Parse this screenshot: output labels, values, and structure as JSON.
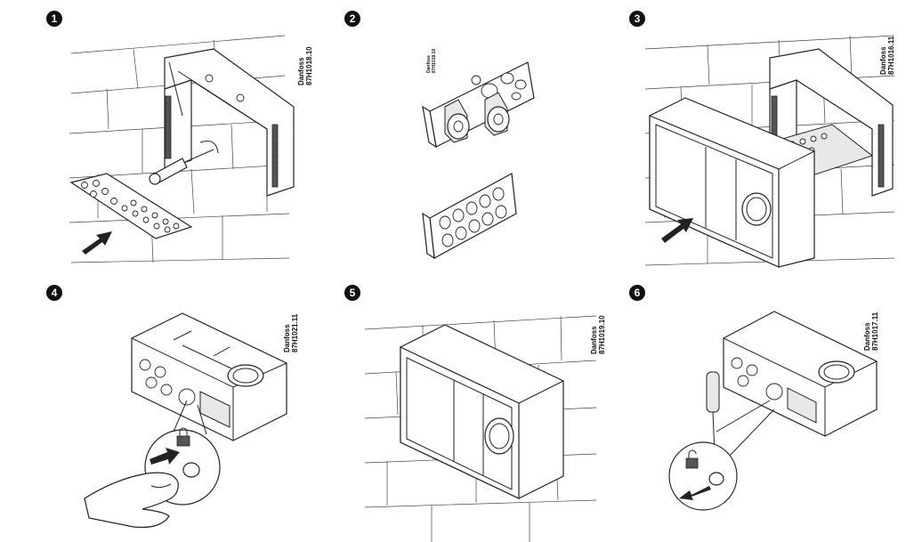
{
  "steps": [
    {
      "number": "1",
      "brand": "Danfoss",
      "code": "87H1018.10"
    },
    {
      "number": "2",
      "brand": "Danfoss",
      "code": "87H1019.10"
    },
    {
      "number": "3",
      "brand": "Danfoss",
      "code": "87H1016.11"
    },
    {
      "number": "4",
      "brand": "Danfoss",
      "code": "87H1021.11"
    },
    {
      "number": "5",
      "brand": "Danfoss",
      "code": "87H1019.10"
    },
    {
      "number": "6",
      "brand": "Danfoss",
      "code": "87H1017.11"
    }
  ],
  "icons": {
    "step1": [
      "brick-wall-icon",
      "wall-mount-base-icon",
      "screwdriver-icon",
      "terminal-strip-icon",
      "insert-arrow-icon"
    ],
    "step2": [
      "cable-gland-plate-icon",
      "cable-gland-icon",
      "knockout-plate-icon"
    ],
    "step3": [
      "controller-housing-icon",
      "push-arrow-icon"
    ],
    "step4": [
      "controller-icon",
      "padlock-icon",
      "finger-press-icon"
    ],
    "step5": [
      "mounted-controller-icon"
    ],
    "step6": [
      "controller-icon",
      "screwdriver-icon",
      "unlock-icon",
      "release-arrow-icon"
    ]
  },
  "colors": {
    "line": "#222222",
    "fill": "#ffffff",
    "shade": "#e8e8e8"
  }
}
